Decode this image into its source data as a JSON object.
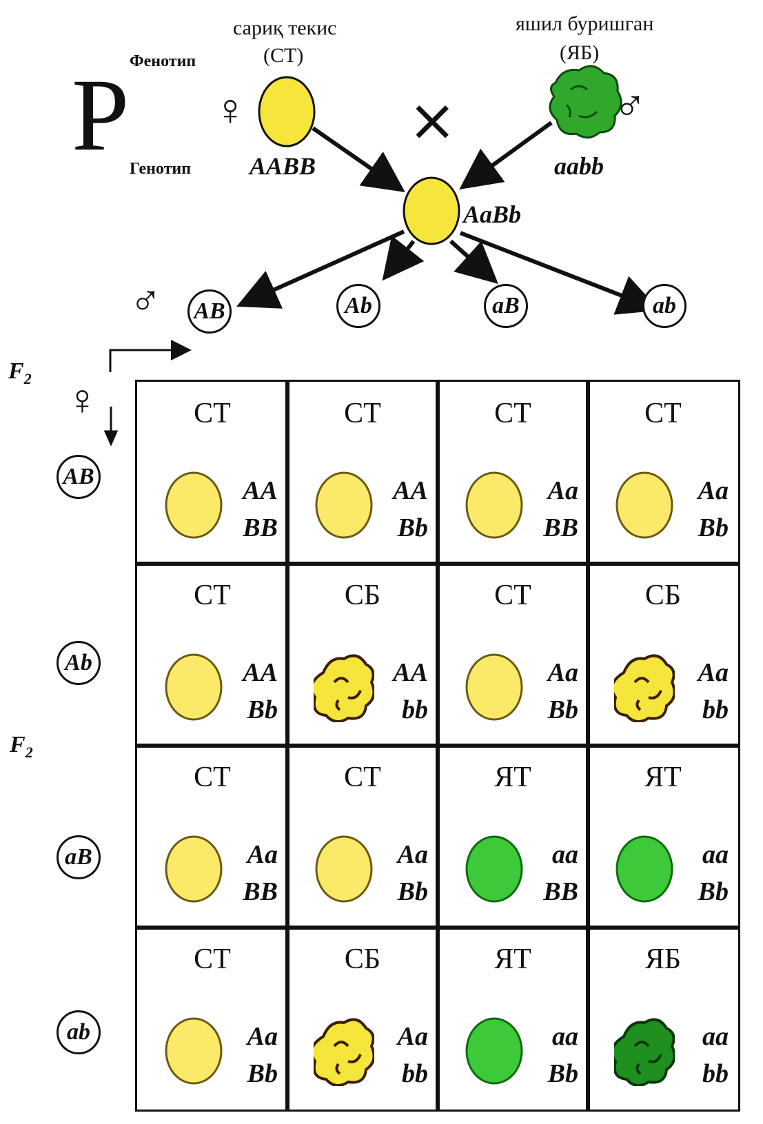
{
  "colors": {
    "yellow": "#f6e53a",
    "pale_yellow": "#fbe96a",
    "green": "#3ec93a",
    "dark_green": "#1f8f1f",
    "ink": "#111111"
  },
  "parent": {
    "generation_letter": "Р",
    "phenotype_label": "Фенотип",
    "genotype_label": "Генотип",
    "female_symbol": "♀",
    "male_symbol": "♂",
    "cross_symbol": "×",
    "female": {
      "phenotype": "сариқ текис",
      "abbr": "(СТ)",
      "genotype": "AABB",
      "color": "yellow",
      "shape": "smooth"
    },
    "male": {
      "phenotype": "яшил буришган",
      "abbr": "(ЯБ)",
      "genotype": "aabb",
      "color": "green",
      "shape": "wrinkled"
    }
  },
  "f1": {
    "genotype": "AaBb"
  },
  "gametes_male_symbol": "♂",
  "gametes_female_symbol": "♀",
  "generation_label": "F",
  "generation_sub": "2",
  "male_gametes": [
    "AB",
    "Ab",
    "aB",
    "ab"
  ],
  "female_gametes": [
    "AB",
    "Ab",
    "aB",
    "ab"
  ],
  "punnett": [
    [
      {
        "ph": "СТ",
        "g1": "AA",
        "g2": "BB",
        "c": "yellow",
        "s": "smooth"
      },
      {
        "ph": "СТ",
        "g1": "AA",
        "g2": "Bb",
        "c": "yellow",
        "s": "smooth"
      },
      {
        "ph": "СТ",
        "g1": "Aa",
        "g2": "BB",
        "c": "yellow",
        "s": "smooth"
      },
      {
        "ph": "СТ",
        "g1": "Aa",
        "g2": "Bb",
        "c": "yellow",
        "s": "smooth"
      }
    ],
    [
      {
        "ph": "СТ",
        "g1": "AA",
        "g2": "Bb",
        "c": "yellow",
        "s": "smooth"
      },
      {
        "ph": "СБ",
        "g1": "AA",
        "g2": "bb",
        "c": "yellow",
        "s": "wrinkled"
      },
      {
        "ph": "СТ",
        "g1": "Aa",
        "g2": "Bb",
        "c": "yellow",
        "s": "smooth"
      },
      {
        "ph": "СБ",
        "g1": "Aa",
        "g2": "bb",
        "c": "yellow",
        "s": "wrinkled"
      }
    ],
    [
      {
        "ph": "СТ",
        "g1": "Aa",
        "g2": "BB",
        "c": "yellow",
        "s": "smooth"
      },
      {
        "ph": "СТ",
        "g1": "Aa",
        "g2": "Bb",
        "c": "yellow",
        "s": "smooth"
      },
      {
        "ph": "ЯТ",
        "g1": "aa",
        "g2": "BB",
        "c": "green",
        "s": "smooth"
      },
      {
        "ph": "ЯТ",
        "g1": "aa",
        "g2": "Bb",
        "c": "green",
        "s": "smooth"
      }
    ],
    [
      {
        "ph": "СТ",
        "g1": "Aa",
        "g2": "Bb",
        "c": "yellow",
        "s": "smooth"
      },
      {
        "ph": "СБ",
        "g1": "Aa",
        "g2": "bb",
        "c": "yellow",
        "s": "wrinkled"
      },
      {
        "ph": "ЯТ",
        "g1": "aa",
        "g2": "Bb",
        "c": "green",
        "s": "smooth"
      },
      {
        "ph": "ЯБ",
        "g1": "aa",
        "g2": "bb",
        "c": "green",
        "s": "wrinkled"
      }
    ]
  ]
}
